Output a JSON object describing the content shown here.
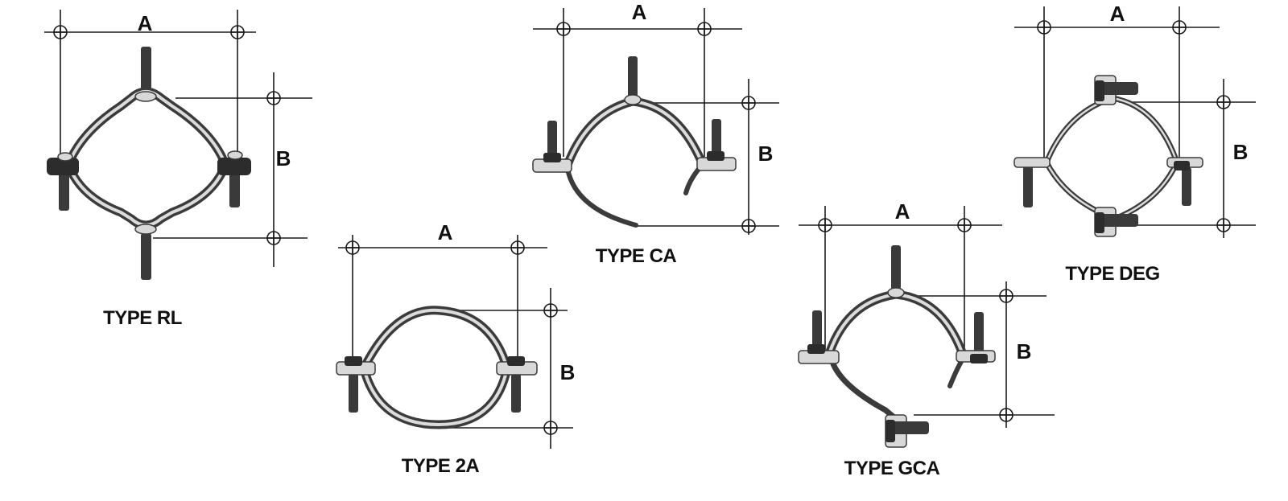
{
  "figures": [
    {
      "id": "rl",
      "type_label": "TYPE RL",
      "dim_a": "A",
      "dim_b": "B"
    },
    {
      "id": "2a",
      "type_label": "TYPE 2A",
      "dim_a": "A",
      "dim_b": "B"
    },
    {
      "id": "ca",
      "type_label": "TYPE CA",
      "dim_a": "A",
      "dim_b": "B"
    },
    {
      "id": "gca",
      "type_label": "TYPE GCA",
      "dim_a": "A",
      "dim_b": "B"
    },
    {
      "id": "deg",
      "type_label": "TYPE DEG",
      "dim_a": "A",
      "dim_b": "B"
    }
  ]
}
